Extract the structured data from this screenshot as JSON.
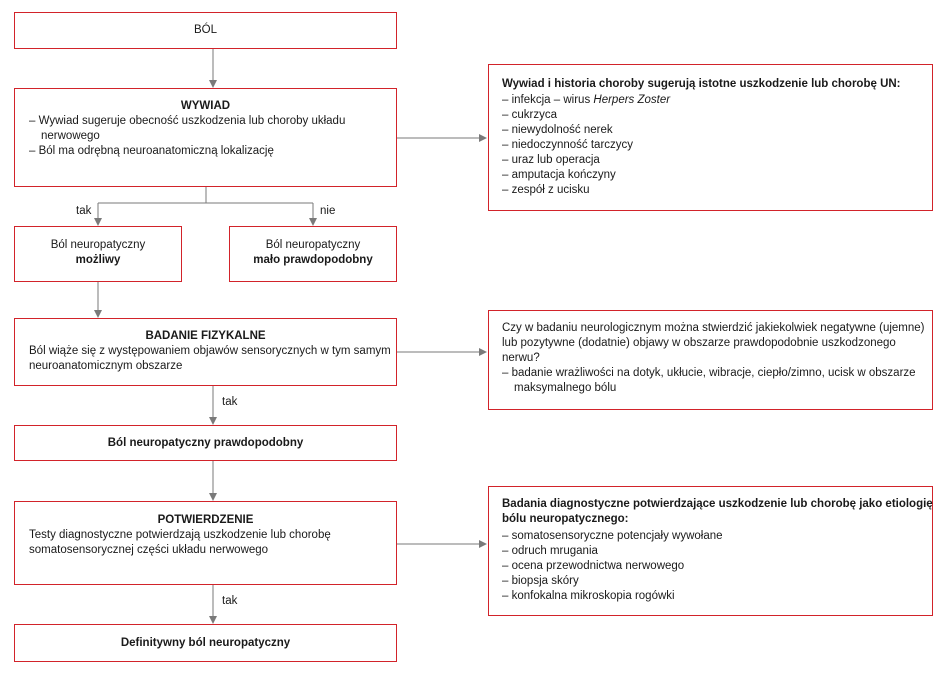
{
  "colors": {
    "box_border": "#d2232a",
    "connector": "#7a7a7a"
  },
  "nodes": {
    "bol": {
      "title": "BÓL"
    },
    "wywiad": {
      "title": "WYWIAD",
      "items": [
        "– Wywiad sugeruje obecność uszkodzenia lub choroby układu",
        "nerwowego",
        "– Ból ma odrębną neuroanatomiczną lokalizację"
      ]
    },
    "mozliwy": {
      "line1": "Ból neuropatyczny",
      "line2": "możliwy"
    },
    "malo": {
      "line1": "Ból neuropatyczny",
      "line2": "mało prawdopodobny"
    },
    "badanie": {
      "title": "BADANIE FIZYKALNE",
      "lines": [
        "Ból wiąże się z występowaniem objawów sensorycznych w tym samym",
        "neuroanatomicznym obszarze"
      ]
    },
    "prawdopodobny": {
      "text": "Ból neuropatyczny prawdopodobny"
    },
    "potwierdzenie": {
      "title": "POTWIERDZENIE",
      "lines": [
        "Testy diagnostyczne potwierdzają uszkodzenie lub chorobę",
        "somatosensorycznej części układu nerwowego"
      ]
    },
    "definitywny": {
      "text": "Definitywny ból neuropatyczny"
    }
  },
  "side": {
    "wywiad": {
      "title": "Wywiad i historia choroby sugerują istotne uszkodzenie lub chorobę UN:",
      "item0_prefix": "– infekcja – wirus ",
      "item0_italic": "Herpers Zoster",
      "items": [
        "– cukrzyca",
        "– niewydolność nerek",
        "– niedoczynność tarczycy",
        "– uraz lub operacja",
        "– amputacja kończyny",
        "– zespół z ucisku"
      ]
    },
    "badanie": {
      "lines": [
        "Czy w badaniu neurologicznym można stwierdzić jakiekolwiek negatywne (ujemne)",
        "lub pozytywne (dodatnie) objawy w obszarze prawdopodobnie uszkodzonego",
        "nerwu?",
        "– badanie wrażliwości na dotyk, ukłucie, wibracje, ciepło/zimno, ucisk w obszarze",
        "maksymalnego bólu"
      ]
    },
    "potwierdzenie": {
      "title_lines": [
        "Badania diagnostyczne potwierdzające uszkodzenie lub chorobę jako etiologię",
        "bólu neuropatycznego:"
      ],
      "items": [
        "– somatosensoryczne potencjały wywołane",
        "– odruch mrugania",
        "– ocena przewodnictwa nerwowego",
        "– biopsja skóry",
        "– konfokalna mikroskopia rogówki"
      ]
    }
  },
  "edge_labels": {
    "tak1": "tak",
    "nie": "nie",
    "tak2": "tak",
    "tak3": "tak"
  }
}
